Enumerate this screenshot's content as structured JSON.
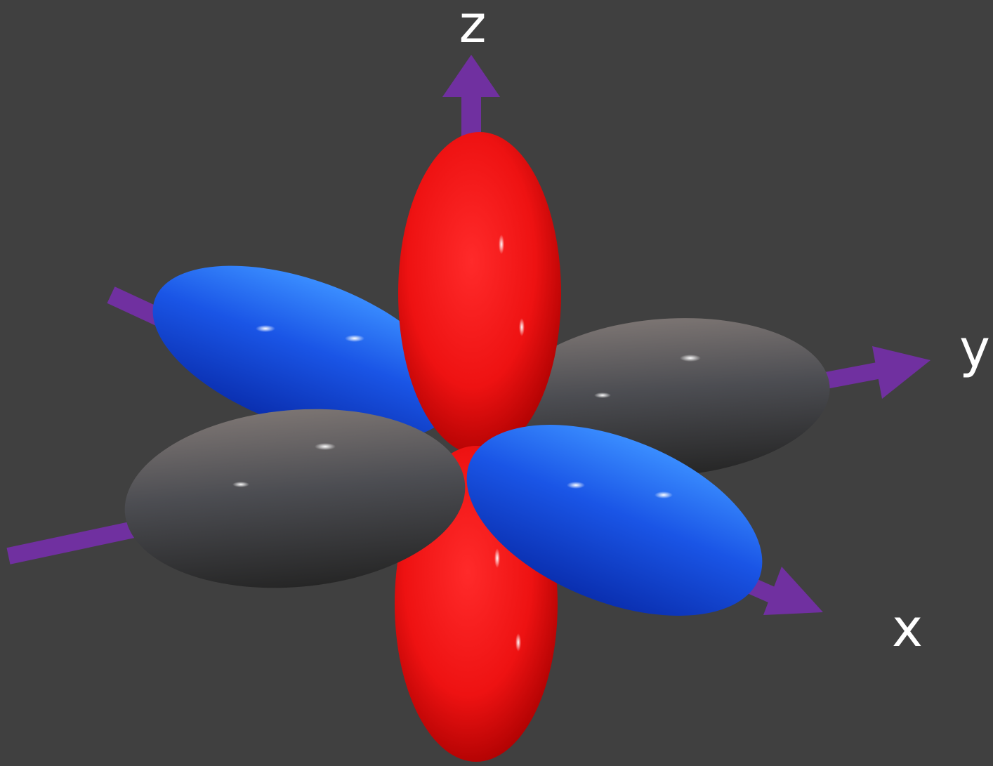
{
  "background_color": "#404040",
  "axes": {
    "color": "#7030a0",
    "labels": {
      "x": "x",
      "y": "y",
      "z": "z"
    }
  },
  "lobe_colors": {
    "z_lobes": "#ff1a1a",
    "x_lobes": "#1f5fe8",
    "y_lobes": "#3a3a3a"
  }
}
